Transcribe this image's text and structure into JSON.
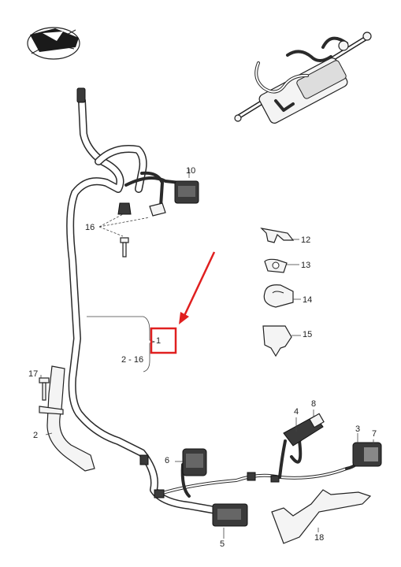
{
  "callouts": {
    "c1": "1",
    "c2": "2",
    "c2_16": "2 - 16",
    "c3": "3",
    "c4": "4",
    "c5": "5",
    "c6": "6",
    "c7": "7",
    "c8": "8",
    "c10": "10",
    "c12": "12",
    "c13": "13",
    "c14": "14",
    "c15": "15",
    "c16": "16",
    "c17": "17",
    "c18": "18"
  },
  "highlight": {
    "color": "#e02020"
  },
  "icons": {
    "logo": "orientation-car-icon"
  }
}
